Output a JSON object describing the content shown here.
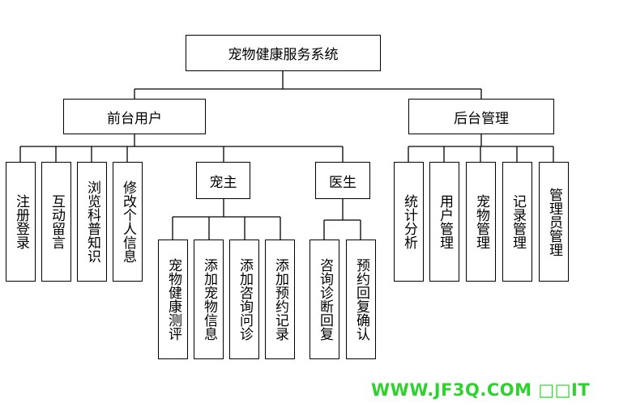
{
  "root": {
    "label": "宠物健康服务系统"
  },
  "front": {
    "label": "前台用户",
    "children": [
      "注册登录",
      "互动留言",
      "浏览科普知识",
      "修改个人信息"
    ],
    "owner": {
      "label": "宠主",
      "children": [
        "宠物健康测评",
        "添加宠物信息",
        "添加咨询问诊",
        "添加预约记录"
      ]
    },
    "doctor": {
      "label": "医生",
      "children": [
        "咨询诊断回复",
        "预约回复确认"
      ]
    }
  },
  "back": {
    "label": "后台管理",
    "children": [
      "统计分析",
      "用户管理",
      "宠物管理",
      "记录管理",
      "管理员管理"
    ]
  },
  "watermark": {
    "text": "WWW.JF3Q.COM □□IT"
  }
}
